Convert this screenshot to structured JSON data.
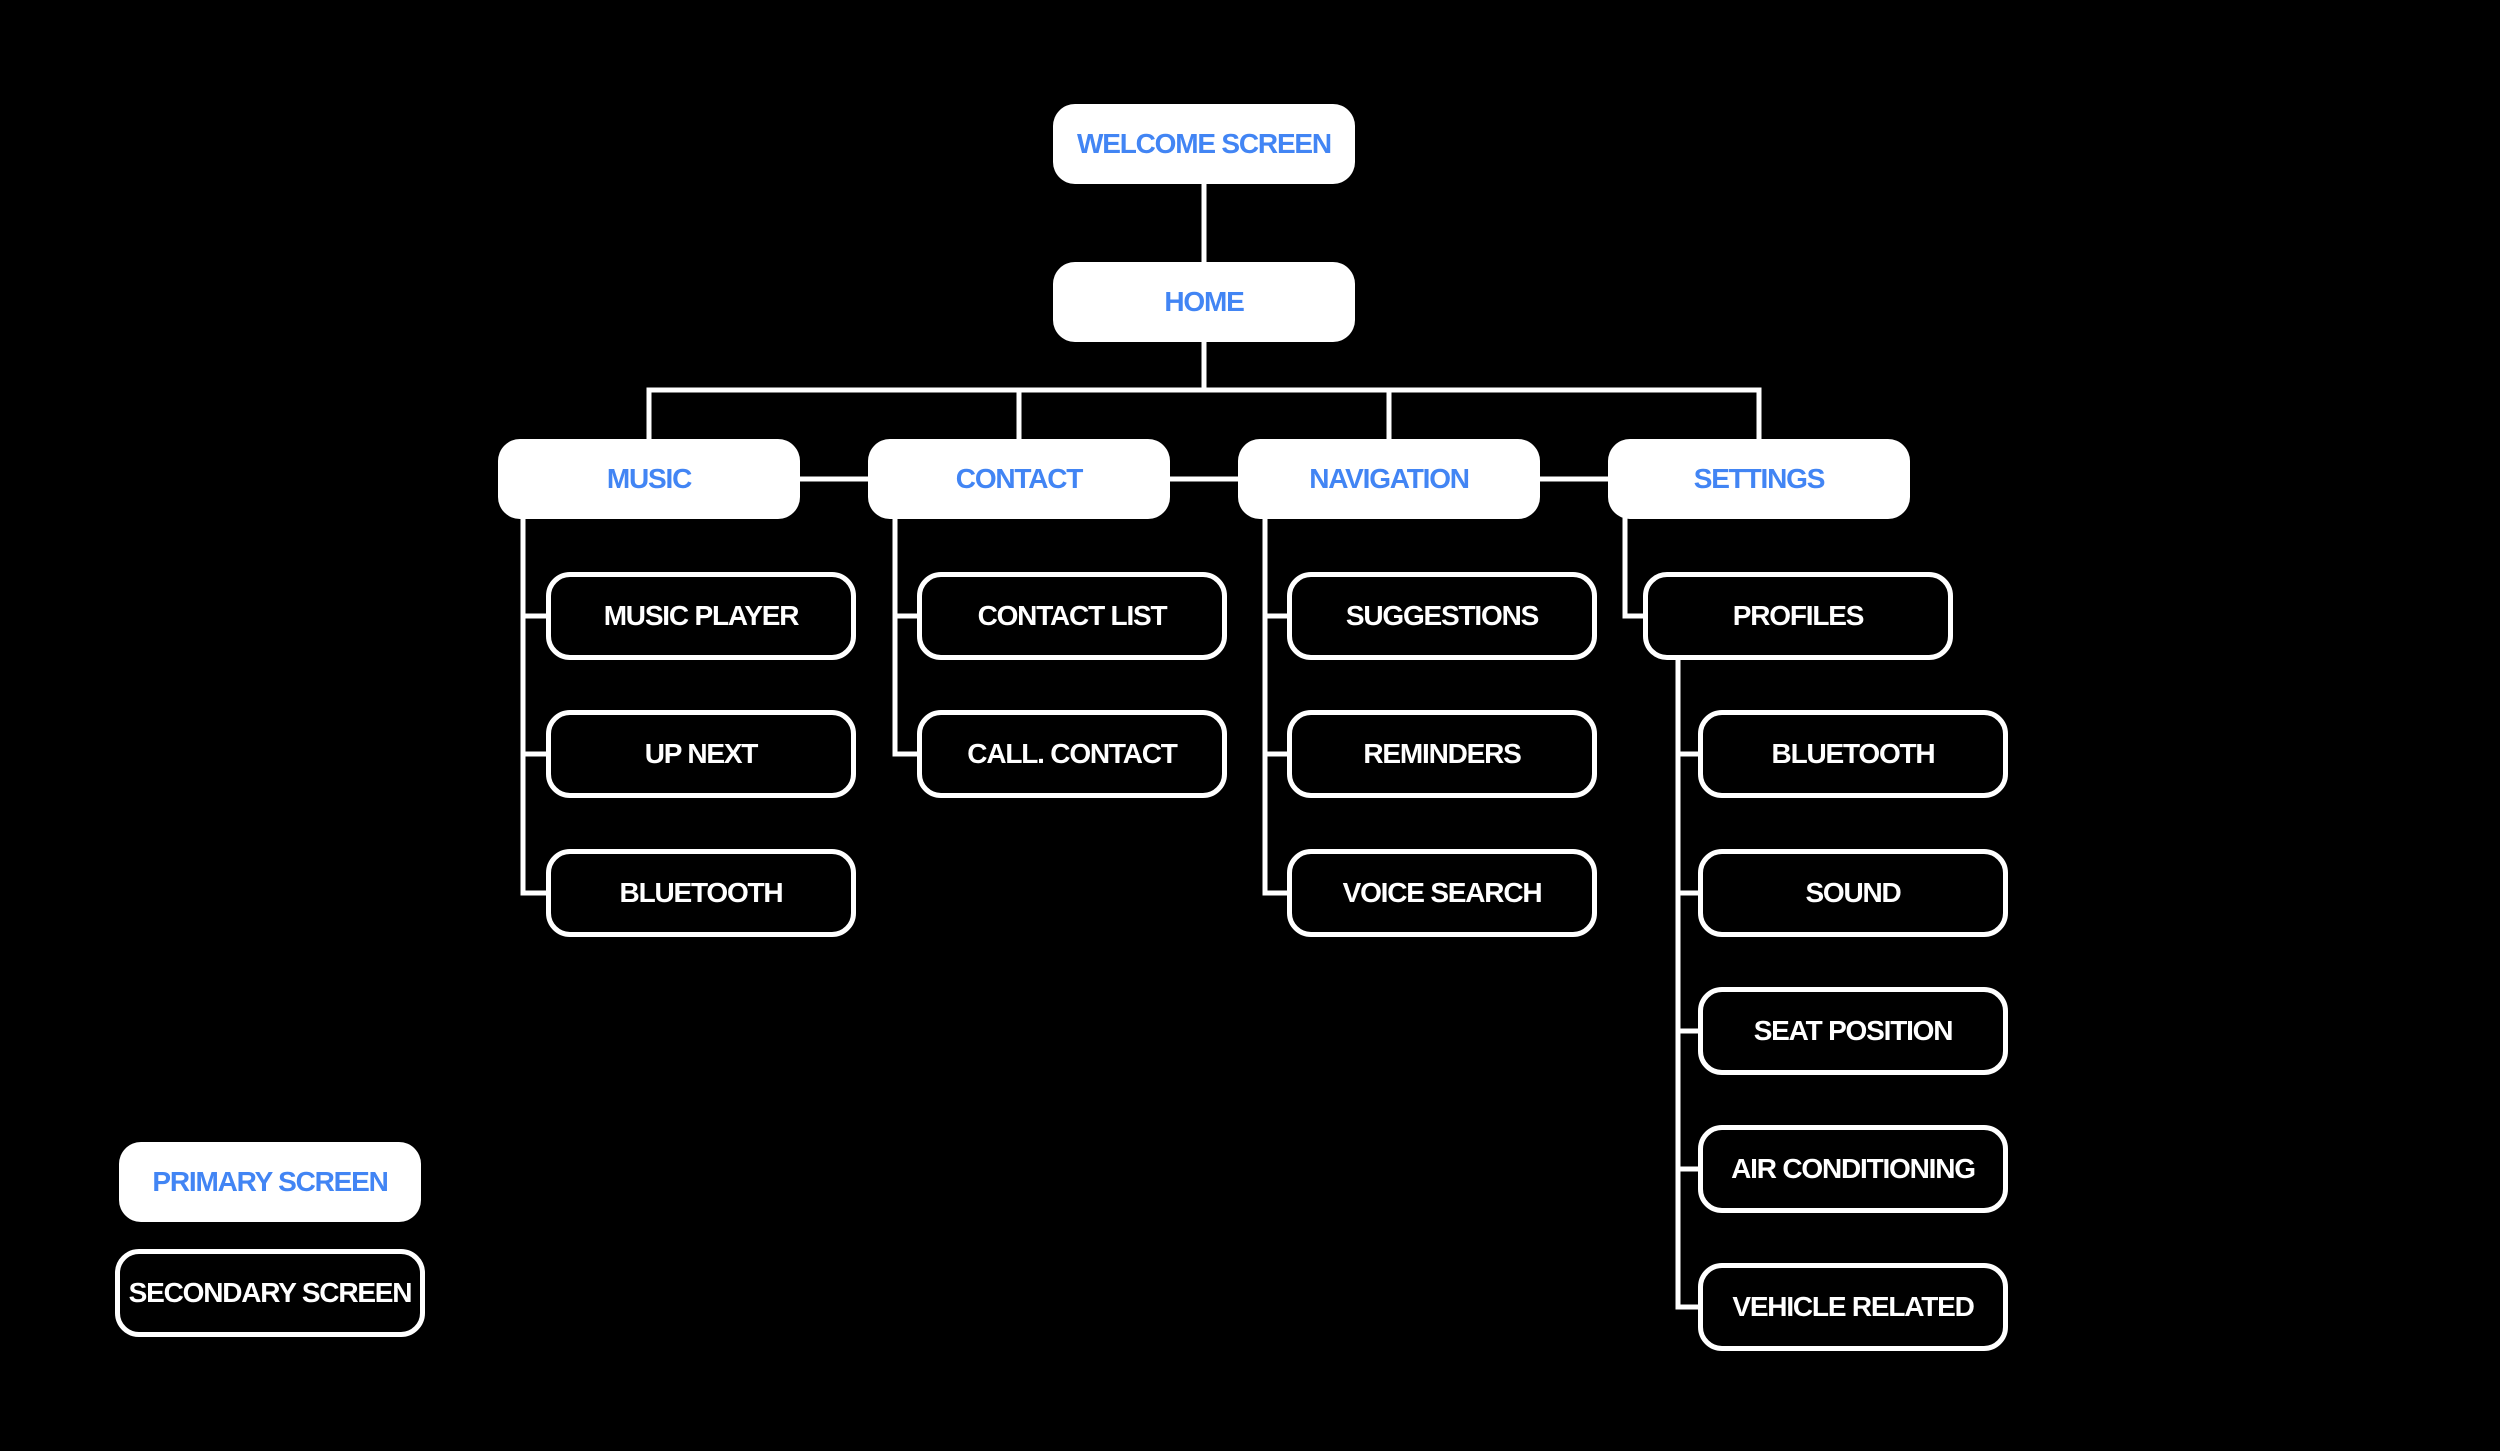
{
  "colors": {
    "background": "#000000",
    "primary_fill": "#ffffff",
    "primary_text": "#4285f4",
    "secondary_text": "#ffffff",
    "connector": "#ffffff"
  },
  "diagram": {
    "welcome": "WELCOME SCREEN",
    "home": "HOME",
    "music": {
      "label": "MUSIC",
      "children": [
        "MUSIC PLAYER",
        "UP NEXT",
        "BLUETOOTH"
      ]
    },
    "contact": {
      "label": "CONTACT",
      "children": [
        "CONTACT LIST",
        "CALL. CONTACT"
      ]
    },
    "navigation": {
      "label": "NAVIGATION",
      "children": [
        "SUGGESTIONS",
        "REMINDERS",
        "VOICE SEARCH"
      ]
    },
    "settings": {
      "label": "SETTINGS",
      "profiles": "PROFILES",
      "profile_children": [
        "BLUETOOTH",
        "SOUND",
        "SEAT POSITION",
        "AIR CONDITIONING",
        "VEHICLE RELATED"
      ]
    }
  },
  "legend": {
    "primary": "PRIMARY SCREEN",
    "secondary": "SECONDARY SCREEN"
  }
}
